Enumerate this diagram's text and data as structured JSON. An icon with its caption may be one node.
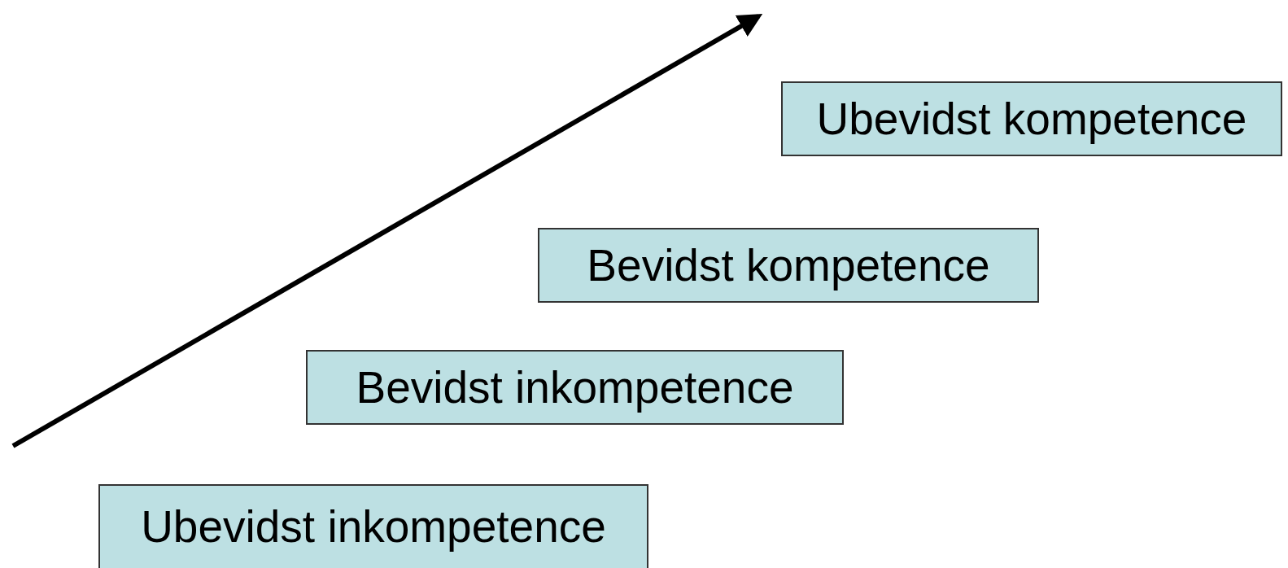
{
  "diagram": {
    "nodes": [
      {
        "text": [
          "Ubevidst kompetence"
        ]
      },
      {
        "text": [
          "Bevidst kompetence"
        ]
      },
      {
        "text": [
          "Bevidst inkompetence"
        ]
      },
      {
        "text": [
          "Ubevidst inkompetence"
        ]
      }
    ]
  }
}
